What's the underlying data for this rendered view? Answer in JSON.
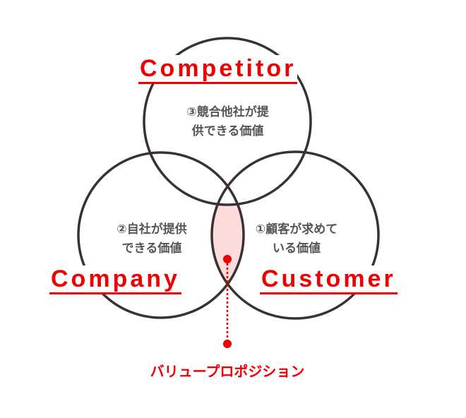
{
  "circles": {
    "competitor": {
      "label": "Competitor",
      "text_line1": "③競合他社が提",
      "text_line2": "供できる価値"
    },
    "company": {
      "label": "Company",
      "text_line1": "②自社が提供",
      "text_line2": "できる価値"
    },
    "customer": {
      "label": "Customer",
      "text_line1": "①顧客が求めて",
      "text_line2": "いる価値"
    }
  },
  "value_proposition": "バリュープロポジション",
  "colors": {
    "accent": "#ee0000",
    "highlight": "#fddcdc",
    "stroke": "#3a3232",
    "text": "#555555"
  }
}
